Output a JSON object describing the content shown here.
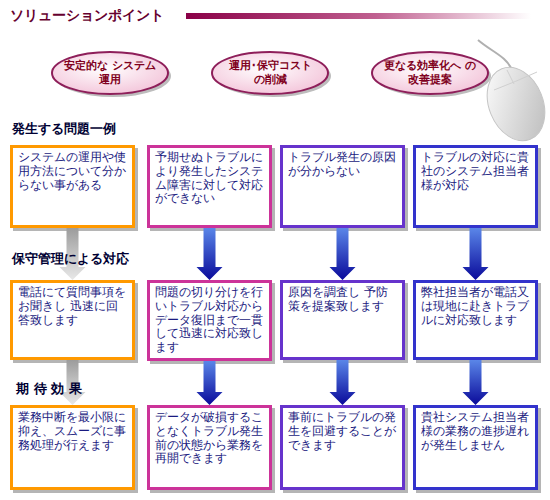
{
  "diagram": {
    "title": "ソリューションポイント",
    "nodes": [
      {
        "text": [
          "安定的な システム運用"
        ]
      },
      {
        "text": [
          "運用･保守コスト の削減"
        ]
      },
      {
        "text": [
          "更なる効率化へ の改善提案"
        ]
      },
      {
        "text": [
          "システムの運用や使用方法について分からない事がある"
        ]
      },
      {
        "text": [
          "予期せぬトラブルにより発生したシステム障害に対して対応ができない"
        ]
      },
      {
        "text": [
          "トラブル発生の原因が分からない"
        ]
      },
      {
        "text": [
          "トラブルの対応に貴社のシステム担当者様が対応"
        ]
      },
      {
        "text": [
          "電話にて質問事項をお聞きし 迅速に回答致します"
        ]
      },
      {
        "text": [
          "問題の切り分けを行いトラブル対応からデータ復旧まで一貫して迅速に対応致します"
        ]
      },
      {
        "text": [
          "原因を調査し 予防策を提案致します"
        ]
      },
      {
        "text": [
          "弊社担当者が電話又は現地に赴きトラブルに対応致します"
        ]
      },
      {
        "text": [
          "業務中断を最小限に抑え、スムーズに事務処理が行えます"
        ]
      },
      {
        "text": [
          "データが破損することなくトラブル発生前の状態から業務を再開できます"
        ]
      },
      {
        "text": [
          "事前にトラブルの発生を回避することができます"
        ]
      },
      {
        "text": [
          "貴社システム担当者様の業務の進捗遅れが発生しません"
        ]
      }
    ],
    "edges": [
      {
        "from": 3,
        "to": 7,
        "arrow": "to"
      },
      {
        "from": 4,
        "to": 8,
        "arrow": "to"
      },
      {
        "from": 5,
        "to": 9,
        "arrow": "to"
      },
      {
        "from": 6,
        "to": 10,
        "arrow": "to"
      },
      {
        "from": 7,
        "to": 11,
        "arrow": "to"
      },
      {
        "from": 8,
        "to": 12,
        "arrow": "to"
      },
      {
        "from": 9,
        "to": 13,
        "arrow": "to"
      },
      {
        "from": 10,
        "to": 14,
        "arrow": "to"
      }
    ],
    "labels": [
      "発生する問題一例",
      "保守管理による対応",
      "期 待 効 果"
    ]
  }
}
